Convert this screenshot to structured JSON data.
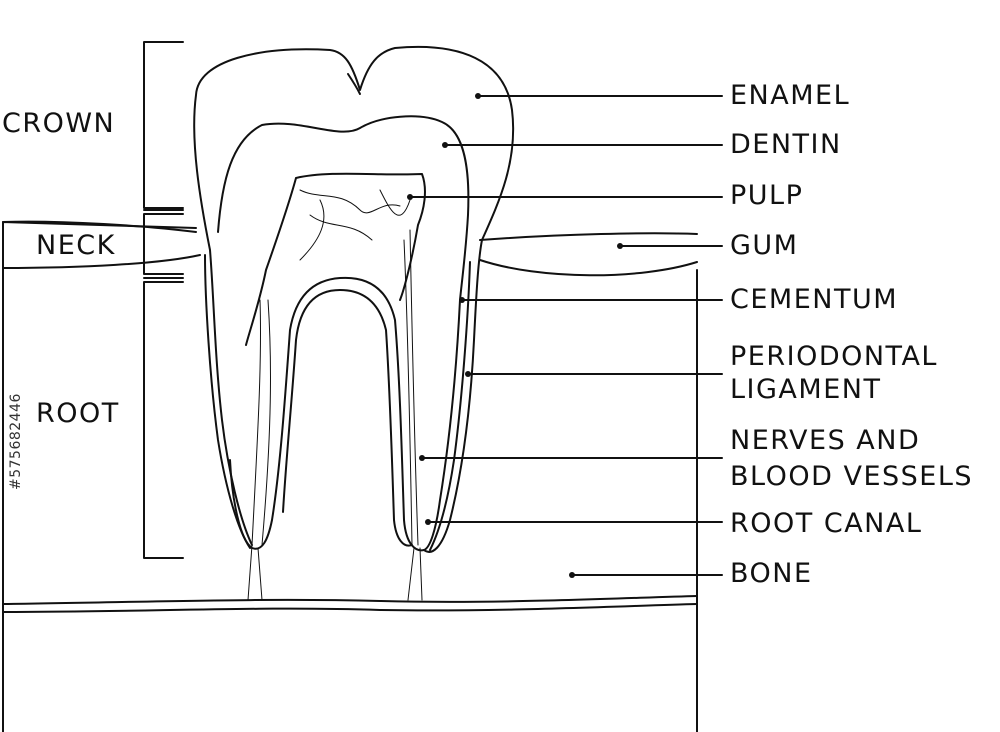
{
  "diagram": {
    "region_labels": {
      "crown": "CROWN",
      "neck": "NECK",
      "root": "ROOT"
    },
    "part_labels": {
      "enamel": "ENAMEL",
      "dentin": "DENTIN",
      "pulp": "PULP",
      "gum": "GUM",
      "cementum": "CEMENTUM",
      "periodontal_line1": "PERIODONTAL",
      "periodontal_line2": "LIGAMENT",
      "nerves_line1": "NERVES AND",
      "nerves_line2": "BLOOD VESSELS",
      "root_canal": "ROOT CANAL",
      "bone": "BONE"
    },
    "watermark_id": "#575682446",
    "colors": {
      "line": "#111111",
      "background": "#ffffff"
    }
  }
}
